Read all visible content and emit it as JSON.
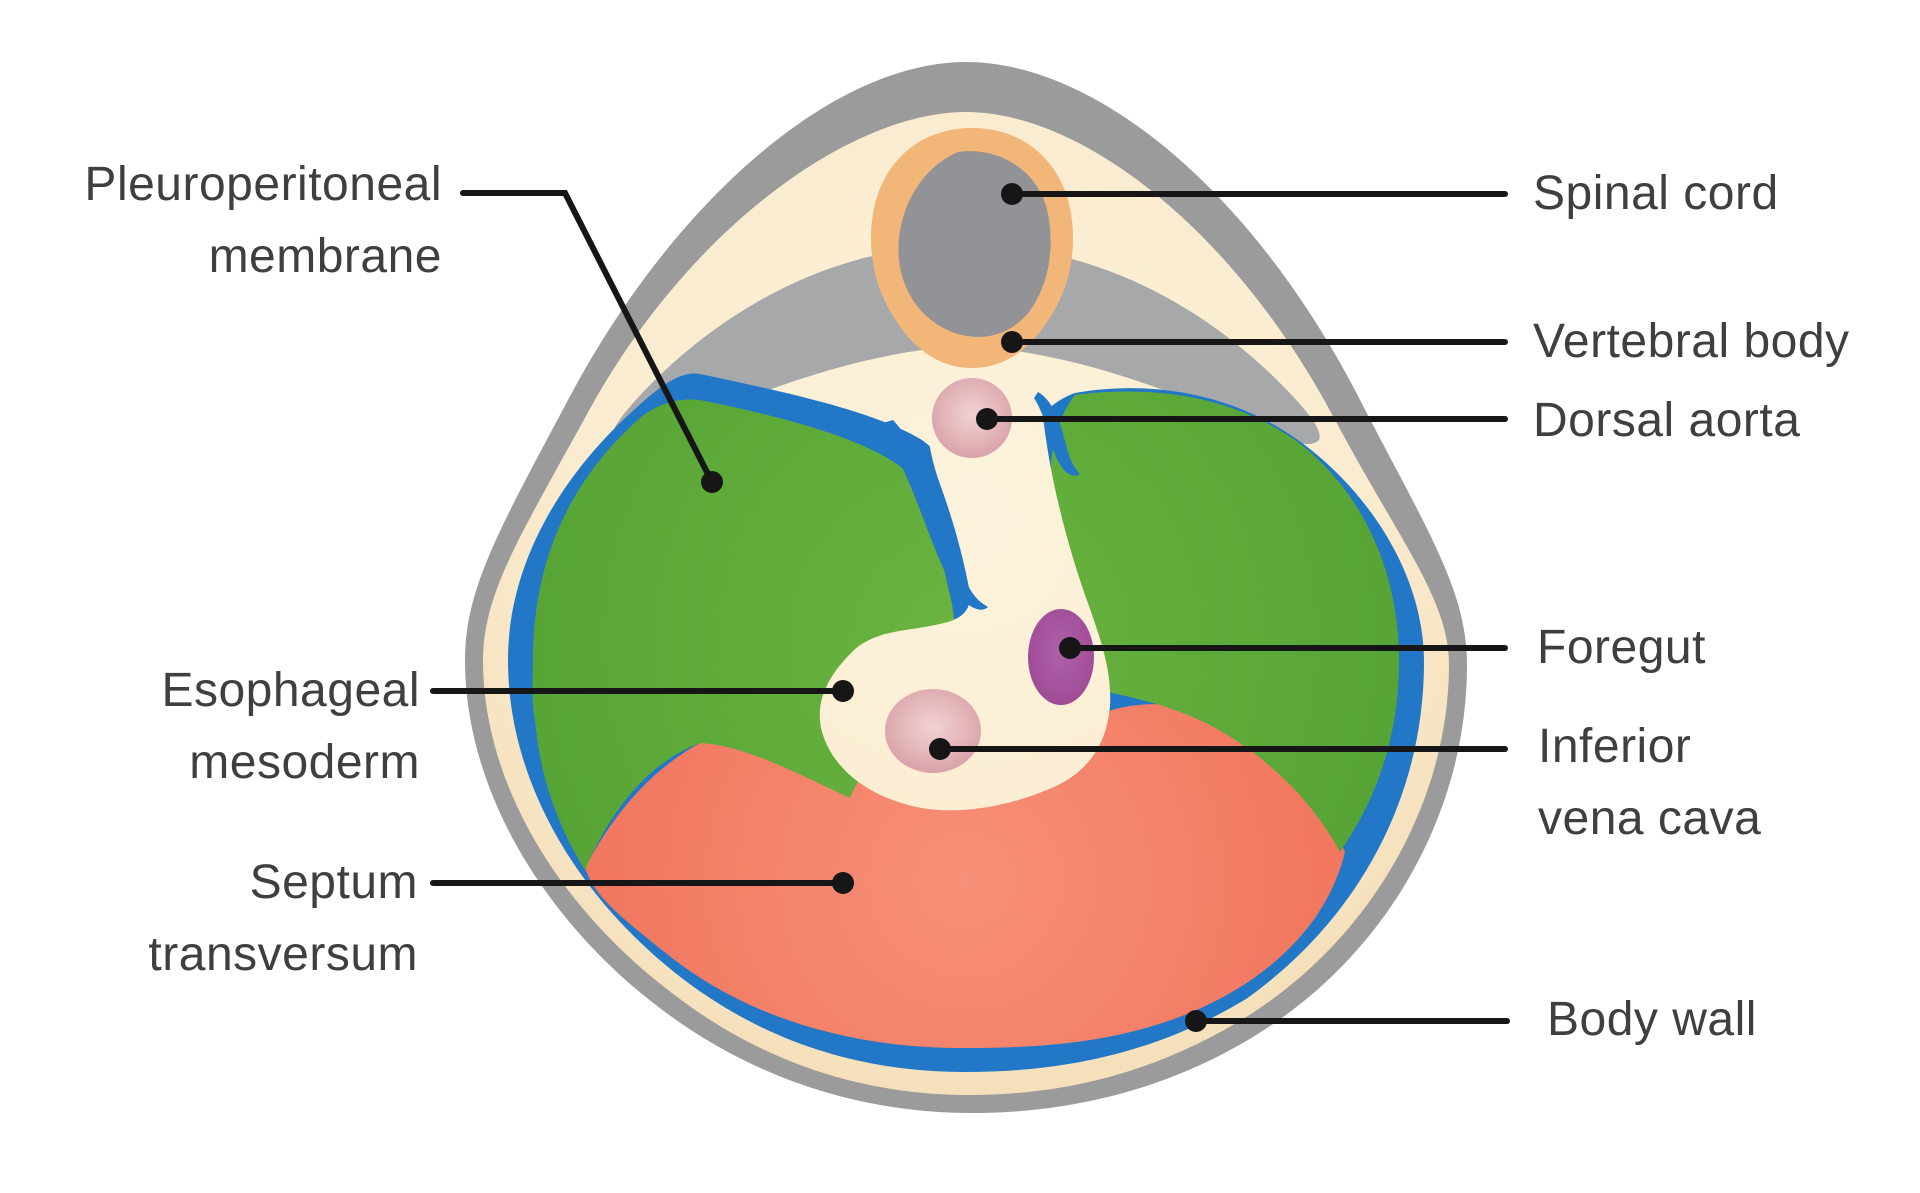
{
  "figure": {
    "background": "#ffffff",
    "colors": {
      "background": "#ffffff",
      "body_wall_gray": "#9b9b9b",
      "interior_cream_light": "#fdf3dc",
      "interior_cream_mid": "#faecd0",
      "interior_cream_deep": "#f5dfba",
      "pleural_blue": "#2277c7",
      "membrane_green_light": "#6ab43f",
      "membrane_green_deep": "#55a335",
      "septum_salmon_light": "#f79078",
      "septum_salmon_deep": "#f0735a",
      "vertebral_orange": "#f1b678",
      "spinal_cord_gray": "#919396",
      "rib_gray": "#a6a8aa",
      "vessel_pink_center": "#f0d2d3",
      "vessel_pink_mid": "#e4b6ba",
      "vessel_pink_edge": "#d49ba4",
      "foregut_purple_center": "#ae61a6",
      "foregut_purple_edge": "#9c4894",
      "label_text": "#3f3f3f",
      "leader_line": "#161616"
    },
    "labels": {
      "pleuroperitoneal_membrane": {
        "lines": [
          "Pleuroperitoneal",
          "membrane"
        ]
      },
      "esophageal_mesoderm": {
        "lines": [
          "Esophageal",
          "mesoderm"
        ]
      },
      "septum_transversum": {
        "lines": [
          "Septum",
          "transversum"
        ]
      },
      "spinal_cord": {
        "lines": [
          "Spinal cord"
        ]
      },
      "vertebral_body": {
        "lines": [
          "Vertebral body"
        ]
      },
      "dorsal_aorta": {
        "lines": [
          "Dorsal aorta"
        ]
      },
      "foregut": {
        "lines": [
          "Foregut"
        ]
      },
      "inferior_vena_cava": {
        "lines": [
          "Inferior",
          "vena cava"
        ]
      },
      "body_wall": {
        "lines": [
          "Body wall"
        ]
      }
    }
  }
}
